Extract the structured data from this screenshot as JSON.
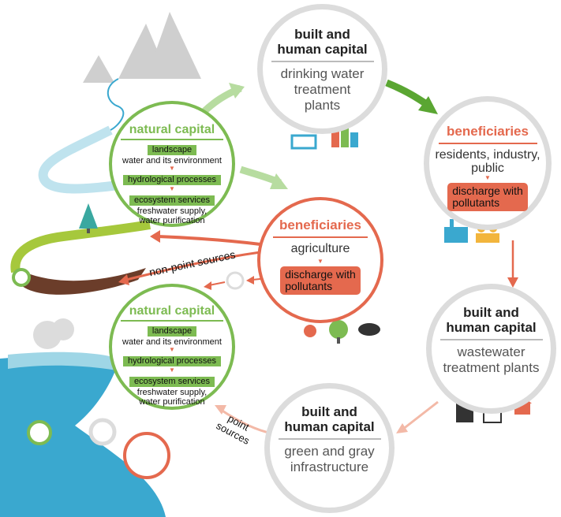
{
  "top_node": {
    "title": "built and\nhuman capital",
    "subtitle": "drinking water\ntreatment\nplants"
  },
  "right_beneficiaries": {
    "title": "beneficiaries",
    "subtitle": "residents, industry,\npublic",
    "pill": "discharge with\npollutants"
  },
  "wastewater_node": {
    "title": "built and\nhuman capital",
    "subtitle": "wastewater\ntreatment plants"
  },
  "green_gray_node": {
    "title": "built and\nhuman capital",
    "subtitle": "green and gray\ninfrastructure"
  },
  "center_beneficiaries": {
    "title": "beneficiaries",
    "subtitle": "agriculture",
    "pill": "discharge with\npollutants"
  },
  "natural_capital_top": {
    "title": "natural capital",
    "landscape": "landscape",
    "landscape_sub": "water and its environment",
    "hydro": "hydrological processes",
    "ecosystem": "ecosystem services",
    "ecosystem_sub": "freshwater supply,\nwater purification"
  },
  "natural_capital_bottom": {
    "title": "natural capital",
    "landscape": "landscape",
    "landscape_sub": "water and its environment",
    "hydro": "hydrological processes",
    "ecosystem": "ecosystem services",
    "ecosystem_sub": "freshwater supply,\nwater purification"
  },
  "labels": {
    "non_point": "non-point sources",
    "point": "point\nsources"
  },
  "colors": {
    "green": "#7dbb52",
    "red": "#e4694e",
    "gray": "#dcdcdc",
    "water": "#3aa8cf",
    "soil": "#6b3d2a"
  }
}
